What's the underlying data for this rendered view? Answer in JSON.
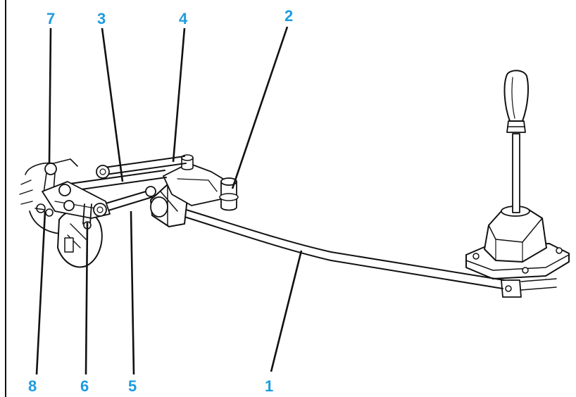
{
  "figure": {
    "title": "",
    "callouts": [
      {
        "id": "1",
        "label": "1"
      },
      {
        "id": "2",
        "label": "2"
      },
      {
        "id": "3",
        "label": "3"
      },
      {
        "id": "4",
        "label": "4"
      },
      {
        "id": "5",
        "label": "5"
      },
      {
        "id": "6",
        "label": "6"
      },
      {
        "id": "7",
        "label": "7"
      },
      {
        "id": "8",
        "label": "8"
      }
    ]
  },
  "colors": {
    "callout_text": "#1e9be0",
    "line_art": "#111111",
    "background": "#ffffff"
  }
}
